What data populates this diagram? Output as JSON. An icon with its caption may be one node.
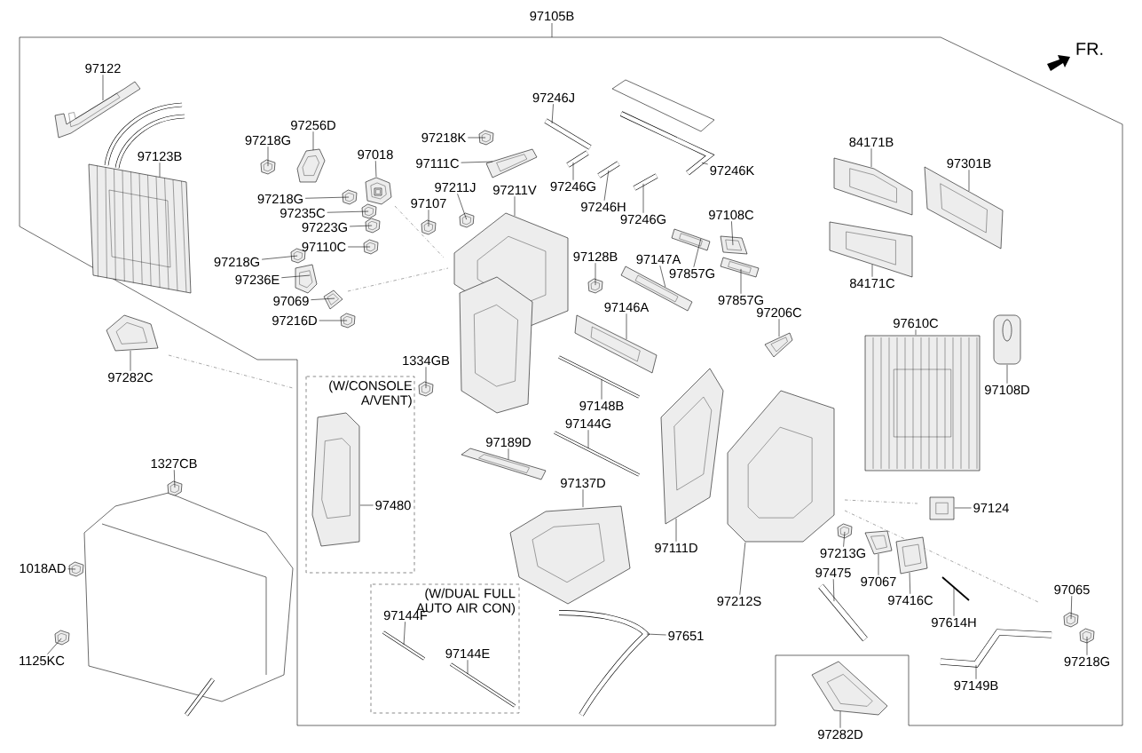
{
  "diagram": {
    "nodes": [
      {
        "text": [
          "97105B"
        ]
      },
      {
        "text": [
          "97122"
        ],
        "in": 0
      },
      {
        "text": [
          "97123B"
        ],
        "in": 0
      },
      {
        "text": [
          "97256D"
        ],
        "in": 0
      },
      {
        "text": [
          "97218G"
        ],
        "in": 0
      },
      {
        "text": [
          "97018"
        ],
        "in": 0
      },
      {
        "text": [
          "97218G"
        ],
        "in": 0
      },
      {
        "text": [
          "97235C"
        ],
        "in": 0
      },
      {
        "text": [
          "97223G"
        ],
        "in": 0
      },
      {
        "text": [
          "97110C"
        ],
        "in": 0
      },
      {
        "text": [
          "97218G"
        ],
        "in": 0
      },
      {
        "text": [
          "97236E"
        ],
        "in": 0
      },
      {
        "text": [
          "97069"
        ],
        "in": 0
      },
      {
        "text": [
          "97216D"
        ],
        "in": 0
      },
      {
        "text": [
          "97282C"
        ]
      },
      {
        "text": [
          "97218K"
        ],
        "in": 0
      },
      {
        "text": [
          "97111C"
        ],
        "in": 0
      },
      {
        "text": [
          "97211J"
        ],
        "in": 0
      },
      {
        "text": [
          "97107"
        ],
        "in": 0
      },
      {
        "text": [
          "97211V"
        ],
        "in": 0
      },
      {
        "text": [
          "97246J"
        ],
        "in": 0
      },
      {
        "text": [
          "97246G"
        ],
        "in": 0
      },
      {
        "text": [
          "97246H"
        ],
        "in": 0
      },
      {
        "text": [
          "97246G"
        ],
        "in": 0
      },
      {
        "text": [
          "97246K"
        ],
        "in": 0
      },
      {
        "text": [
          "97128B"
        ],
        "in": 0
      },
      {
        "text": [
          "97147A"
        ],
        "in": 0
      },
      {
        "text": [
          "97857G"
        ],
        "in": 0
      },
      {
        "text": [
          "97108C"
        ],
        "in": 0
      },
      {
        "text": [
          "97857G"
        ],
        "in": 0
      },
      {
        "text": [
          "97146A"
        ],
        "in": 0
      },
      {
        "text": [
          "84171B"
        ],
        "in": 0
      },
      {
        "text": [
          "97301B"
        ],
        "in": 0
      },
      {
        "text": [
          "84171C"
        ],
        "in": 0
      },
      {
        "text": [
          "97206C"
        ],
        "in": 0
      },
      {
        "text": [
          "97610C"
        ],
        "in": 0
      },
      {
        "text": [
          "97108D"
        ],
        "in": 0
      },
      {
        "text": [
          "1334GB"
        ],
        "in": 0
      },
      {
        "text": [
          "(W/CONSOLE A/VENT)"
        ],
        "in": 0
      },
      {
        "text": [
          "97480"
        ],
        "in": 38
      },
      {
        "text": [
          "97148B"
        ],
        "in": 0
      },
      {
        "text": [
          "97144G"
        ],
        "in": 0
      },
      {
        "text": [
          "97189D"
        ],
        "in": 0
      },
      {
        "text": [
          "97137D"
        ],
        "in": 0
      },
      {
        "text": [
          "97111D"
        ],
        "in": 0
      },
      {
        "text": [
          "97212S"
        ],
        "in": 0
      },
      {
        "text": [
          "97124"
        ],
        "in": 0
      },
      {
        "text": [
          "97213G"
        ],
        "in": 0
      },
      {
        "text": [
          "97067"
        ],
        "in": 0
      },
      {
        "text": [
          "97416C"
        ],
        "in": 0
      },
      {
        "text": [
          "97475"
        ],
        "in": 0
      },
      {
        "text": [
          "97614H"
        ],
        "in": 0
      },
      {
        "text": [
          "97065"
        ],
        "in": 0
      },
      {
        "text": [
          "97218G"
        ],
        "in": 0
      },
      {
        "text": [
          "97149B"
        ],
        "in": 0
      },
      {
        "text": [
          "(W/DUAL FULL AUTO AIR CON)"
        ],
        "in": 0
      },
      {
        "text": [
          "97144F"
        ],
        "in": 55
      },
      {
        "text": [
          "97144E"
        ],
        "in": 55
      },
      {
        "text": [
          "97651"
        ],
        "in": 0
      },
      {
        "text": [
          "97282D"
        ]
      },
      {
        "text": [
          "1327CB"
        ]
      },
      {
        "text": [
          "1018AD"
        ]
      },
      {
        "text": [
          "1125KC"
        ]
      },
      {
        "text": [],
        "shape": "picture",
        "in": 0
      },
      {
        "text": [],
        "shape": "picture",
        "in": 0
      },
      {
        "text": [],
        "shape": "picture",
        "in": 0
      },
      {
        "text": [],
        "shape": "picture",
        "in": 0
      },
      {
        "text": [],
        "shape": "picture",
        "in": 0
      },
      {
        "text": [],
        "shape": "picture",
        "in": 0
      },
      {
        "text": [],
        "shape": "picture",
        "in": 0
      },
      {
        "text": [],
        "shape": "picture",
        "in": 0
      },
      {
        "text": [],
        "shape": "picture",
        "in": 0
      },
      {
        "text": [],
        "shape": "picture",
        "in": 0
      },
      {
        "text": [],
        "shape": "picture",
        "in": 0
      },
      {
        "text": [],
        "shape": "picture",
        "in": 0
      },
      {
        "text": [],
        "shape": "picture",
        "in": 0
      },
      {
        "text": [],
        "shape": "picture"
      },
      {
        "text": [],
        "shape": "picture",
        "in": 0
      },
      {
        "text": [],
        "shape": "picture",
        "in": 0
      },
      {
        "text": [],
        "shape": "picture",
        "in": 0
      },
      {
        "text": [],
        "shape": "picture",
        "in": 0
      },
      {
        "text": [],
        "shape": "picture",
        "in": 0
      },
      {
        "text": [],
        "shape": "picture",
        "in": 0
      },
      {
        "text": [],
        "shape": "picture",
        "in": 0
      },
      {
        "text": [],
        "shape": "picture",
        "in": 0
      },
      {
        "text": [],
        "shape": "picture",
        "in": 0
      },
      {
        "text": [],
        "shape": "picture",
        "in": 0
      },
      {
        "text": [],
        "shape": "picture",
        "in": 0
      },
      {
        "text": [],
        "shape": "picture",
        "in": 0
      },
      {
        "text": [],
        "shape": "picture",
        "in": 0
      },
      {
        "text": [],
        "shape": "picture",
        "in": 0
      },
      {
        "text": [],
        "shape": "picture",
        "in": 0
      },
      {
        "text": [],
        "shape": "picture",
        "in": 0
      },
      {
        "text": [],
        "shape": "picture",
        "in": 0
      },
      {
        "text": [],
        "shape": "picture",
        "in": 0
      },
      {
        "text": [],
        "shape": "picture",
        "in": 0
      },
      {
        "text": [],
        "shape": "picture",
        "in": 0
      },
      {
        "text": [],
        "shape": "picture",
        "in": 0
      },
      {
        "text": [],
        "shape": "picture",
        "in": 0
      },
      {
        "text": [],
        "shape": "picture",
        "in": 0
      },
      {
        "text": [],
        "shape": "picture",
        "in": 38
      },
      {
        "text": [],
        "shape": "picture",
        "in": 0
      },
      {
        "text": [],
        "shape": "picture",
        "in": 0
      },
      {
        "text": [],
        "shape": "picture",
        "in": 0
      },
      {
        "text": [],
        "shape": "picture",
        "in": 0
      },
      {
        "text": [],
        "shape": "picture",
        "in": 0
      },
      {
        "text": [],
        "shape": "picture",
        "in": 0
      },
      {
        "text": [],
        "shape": "picture",
        "in": 0
      },
      {
        "text": [],
        "shape": "picture",
        "in": 0
      },
      {
        "text": [],
        "shape": "picture",
        "in": 0
      },
      {
        "text": [],
        "shape": "picture",
        "in": 0
      },
      {
        "text": [],
        "shape": "picture",
        "in": 0
      },
      {
        "text": [],
        "shape": "picture",
        "in": 0
      },
      {
        "text": [],
        "shape": "picture",
        "in": 0
      },
      {
        "text": [],
        "shape": "picture",
        "in": 0
      },
      {
        "text": [],
        "shape": "picture",
        "in": 0
      },
      {
        "text": [],
        "shape": "picture",
        "in": 55
      },
      {
        "text": [],
        "shape": "picture",
        "in": 55
      },
      {
        "text": [],
        "shape": "picture",
        "in": 0
      },
      {
        "text": [],
        "shape": "picture"
      },
      {
        "text": [],
        "shape": "picture"
      },
      {
        "text": [],
        "shape": "picture"
      },
      {
        "text": [],
        "shape": "picture"
      }
    ],
    "edges": [
      {
        "from": 1,
        "to": 63,
        "arrow": "none"
      },
      {
        "from": 2,
        "to": 64,
        "arrow": "none"
      },
      {
        "from": 3,
        "to": 65,
        "arrow": "none"
      },
      {
        "from": 4,
        "to": 66,
        "arrow": "none"
      },
      {
        "from": 5,
        "to": 67,
        "arrow": "none"
      },
      {
        "from": 6,
        "to": 68,
        "arrow": "none"
      },
      {
        "from": 7,
        "to": 69,
        "arrow": "none"
      },
      {
        "from": 8,
        "to": 70,
        "arrow": "none"
      },
      {
        "from": 9,
        "to": 71,
        "arrow": "none"
      },
      {
        "from": 10,
        "to": 72,
        "arrow": "none"
      },
      {
        "from": 11,
        "to": 73,
        "arrow": "none"
      },
      {
        "from": 12,
        "to": 74,
        "arrow": "none"
      },
      {
        "from": 13,
        "to": 75,
        "arrow": "none"
      },
      {
        "from": 14,
        "to": 76,
        "arrow": "none"
      },
      {
        "from": 15,
        "to": 77,
        "arrow": "none"
      },
      {
        "from": 16,
        "to": 78,
        "arrow": "none"
      },
      {
        "from": 17,
        "to": 79,
        "arrow": "none"
      },
      {
        "from": 18,
        "to": 80,
        "arrow": "none"
      },
      {
        "from": 19,
        "to": 81,
        "arrow": "none"
      },
      {
        "from": 20,
        "to": 82,
        "arrow": "none"
      },
      {
        "from": 21,
        "to": 83,
        "arrow": "none"
      },
      {
        "from": 22,
        "to": 84,
        "arrow": "none"
      },
      {
        "from": 23,
        "to": 85,
        "arrow": "none"
      },
      {
        "from": 24,
        "to": 86,
        "arrow": "none"
      },
      {
        "from": 25,
        "to": 87,
        "arrow": "none"
      },
      {
        "from": 26,
        "to": 88,
        "arrow": "none"
      },
      {
        "from": 27,
        "to": 89,
        "arrow": "none"
      },
      {
        "from": 28,
        "to": 90,
        "arrow": "none"
      },
      {
        "from": 29,
        "to": 91,
        "arrow": "none"
      },
      {
        "from": 30,
        "to": 92,
        "arrow": "none"
      },
      {
        "from": 31,
        "to": 93,
        "arrow": "none"
      },
      {
        "from": 32,
        "to": 94,
        "arrow": "none"
      },
      {
        "from": 33,
        "to": 95,
        "arrow": "none"
      },
      {
        "from": 34,
        "to": 96,
        "arrow": "none"
      },
      {
        "from": 35,
        "to": 97,
        "arrow": "none"
      },
      {
        "from": 36,
        "to": 98,
        "arrow": "none"
      },
      {
        "from": 37,
        "to": 99,
        "arrow": "none"
      },
      {
        "from": 39,
        "to": 100,
        "arrow": "none"
      },
      {
        "from": 40,
        "to": 101,
        "arrow": "none"
      },
      {
        "from": 41,
        "to": 102,
        "arrow": "none"
      },
      {
        "from": 42,
        "to": 103,
        "arrow": "none"
      },
      {
        "from": 43,
        "to": 104,
        "arrow": "none"
      },
      {
        "from": 44,
        "to": 105,
        "arrow": "none"
      },
      {
        "from": 45,
        "to": 106,
        "arrow": "none"
      },
      {
        "from": 46,
        "to": 107,
        "arrow": "none"
      },
      {
        "from": 47,
        "to": 108,
        "arrow": "none"
      },
      {
        "from": 48,
        "to": 109,
        "arrow": "none"
      },
      {
        "from": 49,
        "to": 110,
        "arrow": "none"
      },
      {
        "from": 50,
        "to": 111,
        "arrow": "none"
      },
      {
        "from": 51,
        "to": 112,
        "arrow": "none"
      },
      {
        "from": 52,
        "to": 113,
        "arrow": "none"
      },
      {
        "from": 53,
        "to": 114,
        "arrow": "none"
      },
      {
        "from": 54,
        "to": 115,
        "arrow": "none"
      },
      {
        "from": 56,
        "to": 116,
        "arrow": "none"
      },
      {
        "from": 57,
        "to": 117,
        "arrow": "none"
      },
      {
        "from": 58,
        "to": 118,
        "arrow": "none"
      },
      {
        "from": 59,
        "to": 119,
        "arrow": "none"
      },
      {
        "from": 60,
        "to": 120,
        "arrow": "none"
      },
      {
        "from": 61,
        "to": 121,
        "arrow": "none"
      },
      {
        "from": 62,
        "to": 122,
        "arrow": "none"
      }
    ],
    "labels": [
      "FR."
    ]
  }
}
